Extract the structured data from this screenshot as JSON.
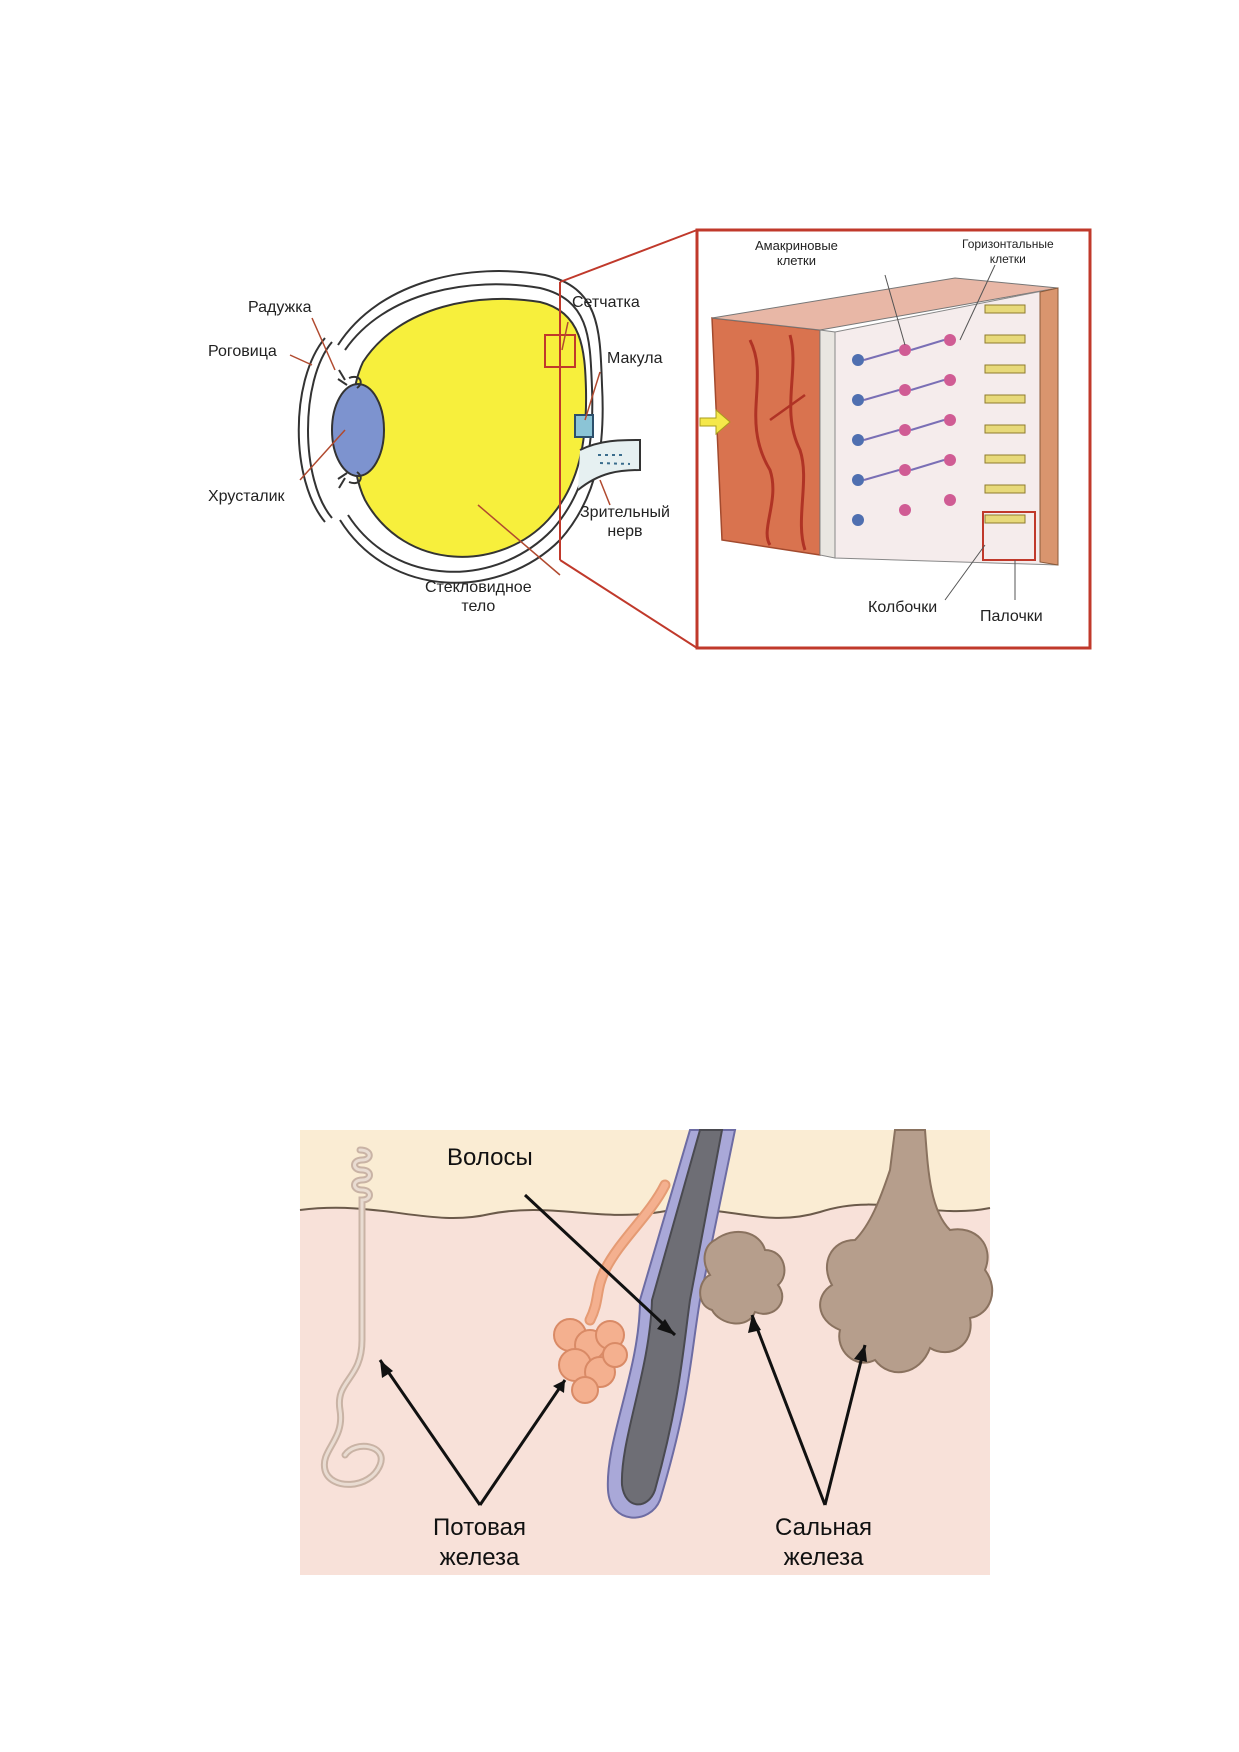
{
  "eye_diagram": {
    "labels": {
      "iris": "Радужка",
      "cornea": "Роговица",
      "lens": "Хрусталик",
      "vitreous": "Стекловидное\nтело",
      "retina": "Сетчатка",
      "macula": "Макула",
      "optic_nerve": "Зрительный\nнерв"
    }
  },
  "retina_detail": {
    "labels": {
      "amacrine": "Амакриновые\nклетки",
      "horizontal": "Горизонтальные\nклетки",
      "cones": "Колбочки",
      "rods": "Палочки"
    }
  },
  "skin_diagram": {
    "labels": {
      "hair": "Волосы",
      "sweat_gland": "Потовая\nжелеза",
      "sebaceous_gland": "Сальная\nжелеза"
    }
  },
  "colors": {
    "vitreous": "#f7ef3c",
    "lens": "#7d93cf",
    "detail_frame": "#c0392b",
    "choroid": "#d9734f",
    "skin_dermis": "#f8e1d9",
    "skin_epidermis": "#faecd3",
    "hair_shaft": "#6e6e75",
    "hair_sheath": "#a9a8d8",
    "sweat_gland_active": "#f4b08f",
    "sebaceous": "#b69e8c"
  }
}
